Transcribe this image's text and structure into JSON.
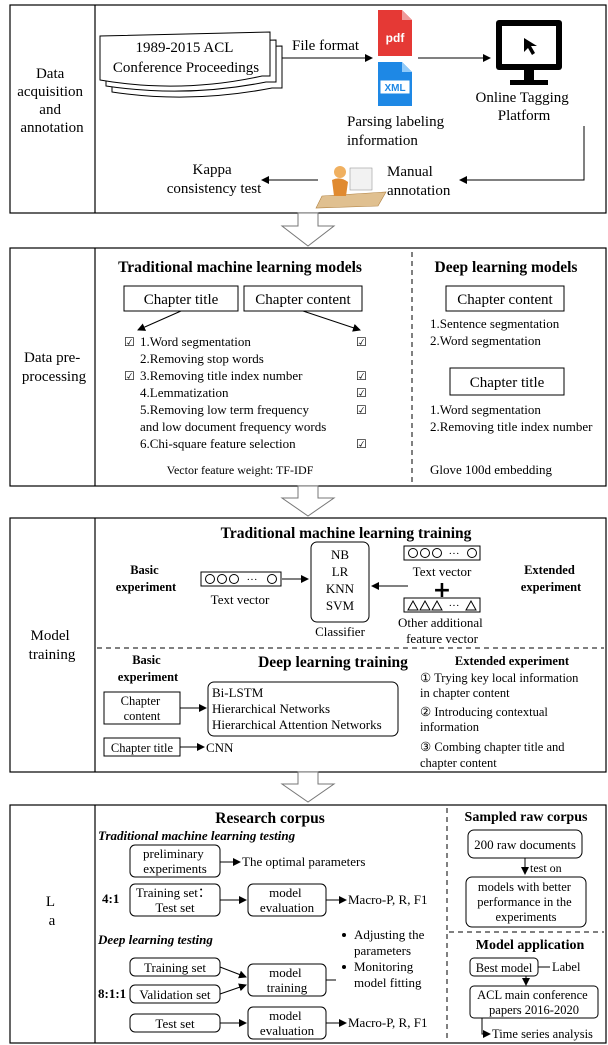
{
  "sec1": {
    "label": [
      "Data",
      "acquisition",
      "and",
      "annotation"
    ],
    "proceedings": [
      "1989-2015 ACL",
      "Conference Proceedings"
    ],
    "file_format": "File format",
    "pdf_icon": "pdf",
    "xml_icon": "XML",
    "parsing": [
      "Parsing labeling",
      "information"
    ],
    "platform": [
      "Online Tagging",
      "Platform"
    ],
    "manual": [
      "Manual",
      "annotation"
    ],
    "kappa": [
      "Kappa",
      "consistency test"
    ]
  },
  "sec2": {
    "label": [
      "Data pre-",
      "processing"
    ],
    "trad_title": "Traditional machine learning models",
    "deep_title": "Deep learning models",
    "chapter_title": "Chapter title",
    "chapter_content": "Chapter content",
    "trad_steps": [
      "1.Word segmentation",
      "2.Removing stop words",
      "3.Removing title index number",
      "4.Lemmatization",
      "5.Removing low term frequency",
      "and low document frequency words",
      "6.Chi-square feature selection"
    ],
    "vector_weight": "Vector feature weight: TF-IDF",
    "deep_content_box": "Chapter content",
    "deep_content_steps": [
      "1.Sentence segmentation",
      "2.Word segmentation"
    ],
    "deep_title_box": "Chapter title",
    "deep_title_steps": [
      "1.Word segmentation",
      "2.Removing title index number"
    ],
    "glove": "Glove 100d embedding"
  },
  "sec3": {
    "label": [
      "Model",
      "training"
    ],
    "trad_title": "Traditional machine learning training",
    "basic": [
      "Basic",
      "experiment"
    ],
    "extended": [
      "Extended",
      "experiment"
    ],
    "text_vector": "Text vector",
    "classifiers": [
      "NB",
      "LR",
      "KNN",
      "SVM"
    ],
    "classifier_label": "Classifier",
    "text_vector2": "Text vector",
    "other_vector": [
      "Other additional",
      "feature vector"
    ],
    "deep_title": "Deep learning training",
    "basic2": [
      "Basic",
      "experiment"
    ],
    "chapter_content": [
      "Chapter",
      "content"
    ],
    "deep_models": [
      "Bi-LSTM",
      "Hierarchical Networks",
      "Hierarchical Attention Networks"
    ],
    "chapter_title": "Chapter title",
    "cnn": "CNN",
    "ext_title": "Extended experiment",
    "ext_items": [
      "① Trying  key local information",
      "in chapter content",
      "② Introducing contextual",
      "information",
      "③ Combing chapter title and",
      "chapter content"
    ]
  },
  "sec4": {
    "label": "Label",
    "corpus_title": "Research corpus",
    "trad_testing": "Traditional machine learning testing",
    "preliminary": [
      "preliminary",
      "experiments"
    ],
    "optimal": "The optimal parameters",
    "ratio1": "4:1",
    "train_test": [
      "Training set：",
      "Test set"
    ],
    "model_eval": [
      "model",
      "evaluation"
    ],
    "macro1": "Macro-P, R, F1",
    "deep_testing": "Deep learning testing",
    "bullets": [
      "Adjusting the",
      "parameters",
      "Monitoring",
      "model fitting"
    ],
    "ratio2": "8:1:1",
    "training_set": "Training set",
    "validation_set": "Validation set",
    "test_set": "Test set",
    "model_training": [
      "model",
      "training"
    ],
    "model_eval2": [
      "model",
      "evaluation"
    ],
    "macro2": "Macro-P, R, F1",
    "sampled_title": "Sampled raw corpus",
    "raw_docs": "200 raw documents",
    "test_on": "test on",
    "better_models": [
      "models with better",
      "performance in the",
      "experiments"
    ],
    "app_title": "Model application",
    "best_model": "Best model",
    "acl_papers": [
      "ACL main conference",
      "papers 2016-2020"
    ],
    "time_series": "Time series analysis"
  }
}
